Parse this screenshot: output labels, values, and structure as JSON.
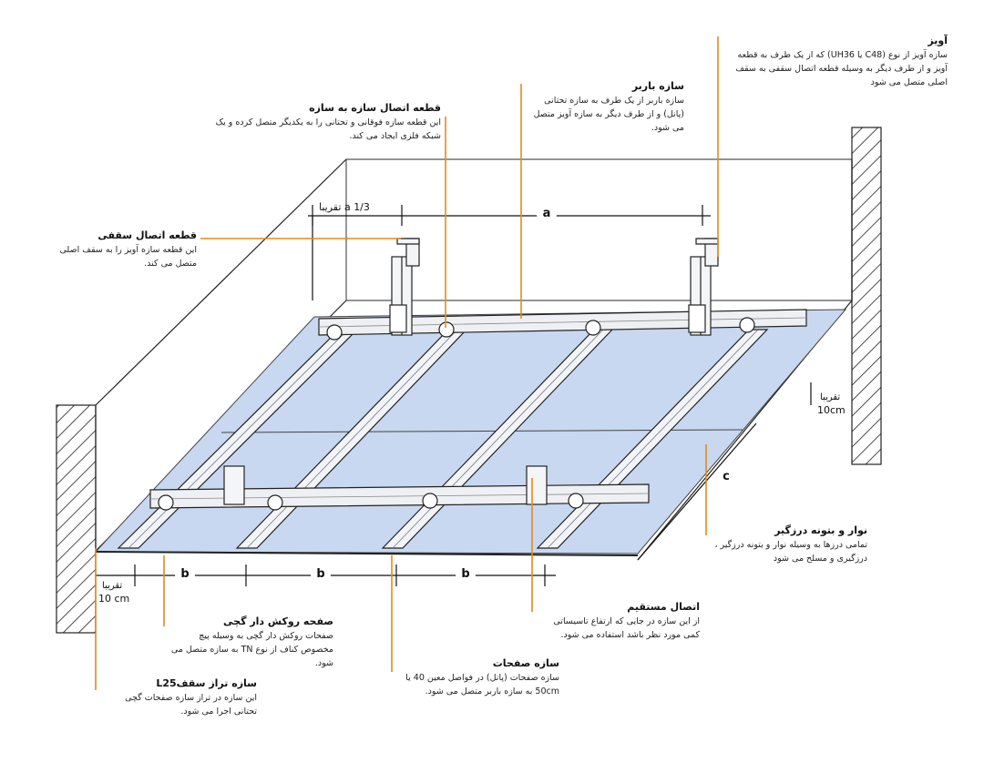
{
  "labels": {
    "hanger": {
      "title": "آویز",
      "desc": "سازه آویز از نوع (C48 یا UH36) که از یک طرف به قطعه آویز و از طرف دیگر به وسیله قطعه اتصال سقفی به سقف اصلی متصل می شود"
    },
    "carrier": {
      "title": "سازه باربر",
      "desc": "سازه باربر از یک طرف به سازه تحتانی (پانل) و از طرف دیگر به سازه آویز متصل می شود."
    },
    "connector": {
      "title": "قطعه اتصال سازه به سازه",
      "desc": "این قطعه سازه فوقانی و تحتانی را به یکدیگر متصل کرده و یک شبکه فلزی ایجاد می کند."
    },
    "ceiling_connector": {
      "title": "قطعه اتصال سقفی",
      "desc": "این قطعه سازه آویز را به سقف اصلی متصل می کند."
    },
    "tape": {
      "title": "نوار و بتونه درزگیر",
      "desc": "تمامی درزها به وسیله نوار و بتونه درزگیر ، درزگیری و مسلح می شود"
    },
    "direct": {
      "title": "اتصال مستقیم",
      "desc": "از این سازه در جایی که ارتفاع تاسیساتی کمی مورد نظر باشد استفاده می شود."
    },
    "board": {
      "title": "صفحه روکش دار گچی",
      "desc": "صفحات روکش دار گچی به وسیله پیچ مخصوص کناف از نوع TN به سازه متصل می شود."
    },
    "panel": {
      "title": "سازه صفحات",
      "desc": "سازه صفحات (پانل) در فواصل معین 40 یا 50cm به سازه باربر متصل می شود."
    },
    "l25": {
      "title": "سازه تراز سقفL25",
      "desc": "این سازه در تراز سازه صفحات گچی تحتانی اجرا می شود."
    }
  },
  "dimensions": {
    "a": "a",
    "a_third": "1/3 a تقریبا",
    "b": "b",
    "c": "c",
    "approx_right_word": "تقریبا",
    "approx_right_value": "10cm",
    "approx_left_word": "تقریبا",
    "approx_left_value": "10 cm"
  },
  "colors": {
    "board": "#c7d8f0",
    "leader": "#e38b1c",
    "line": "#111111"
  }
}
